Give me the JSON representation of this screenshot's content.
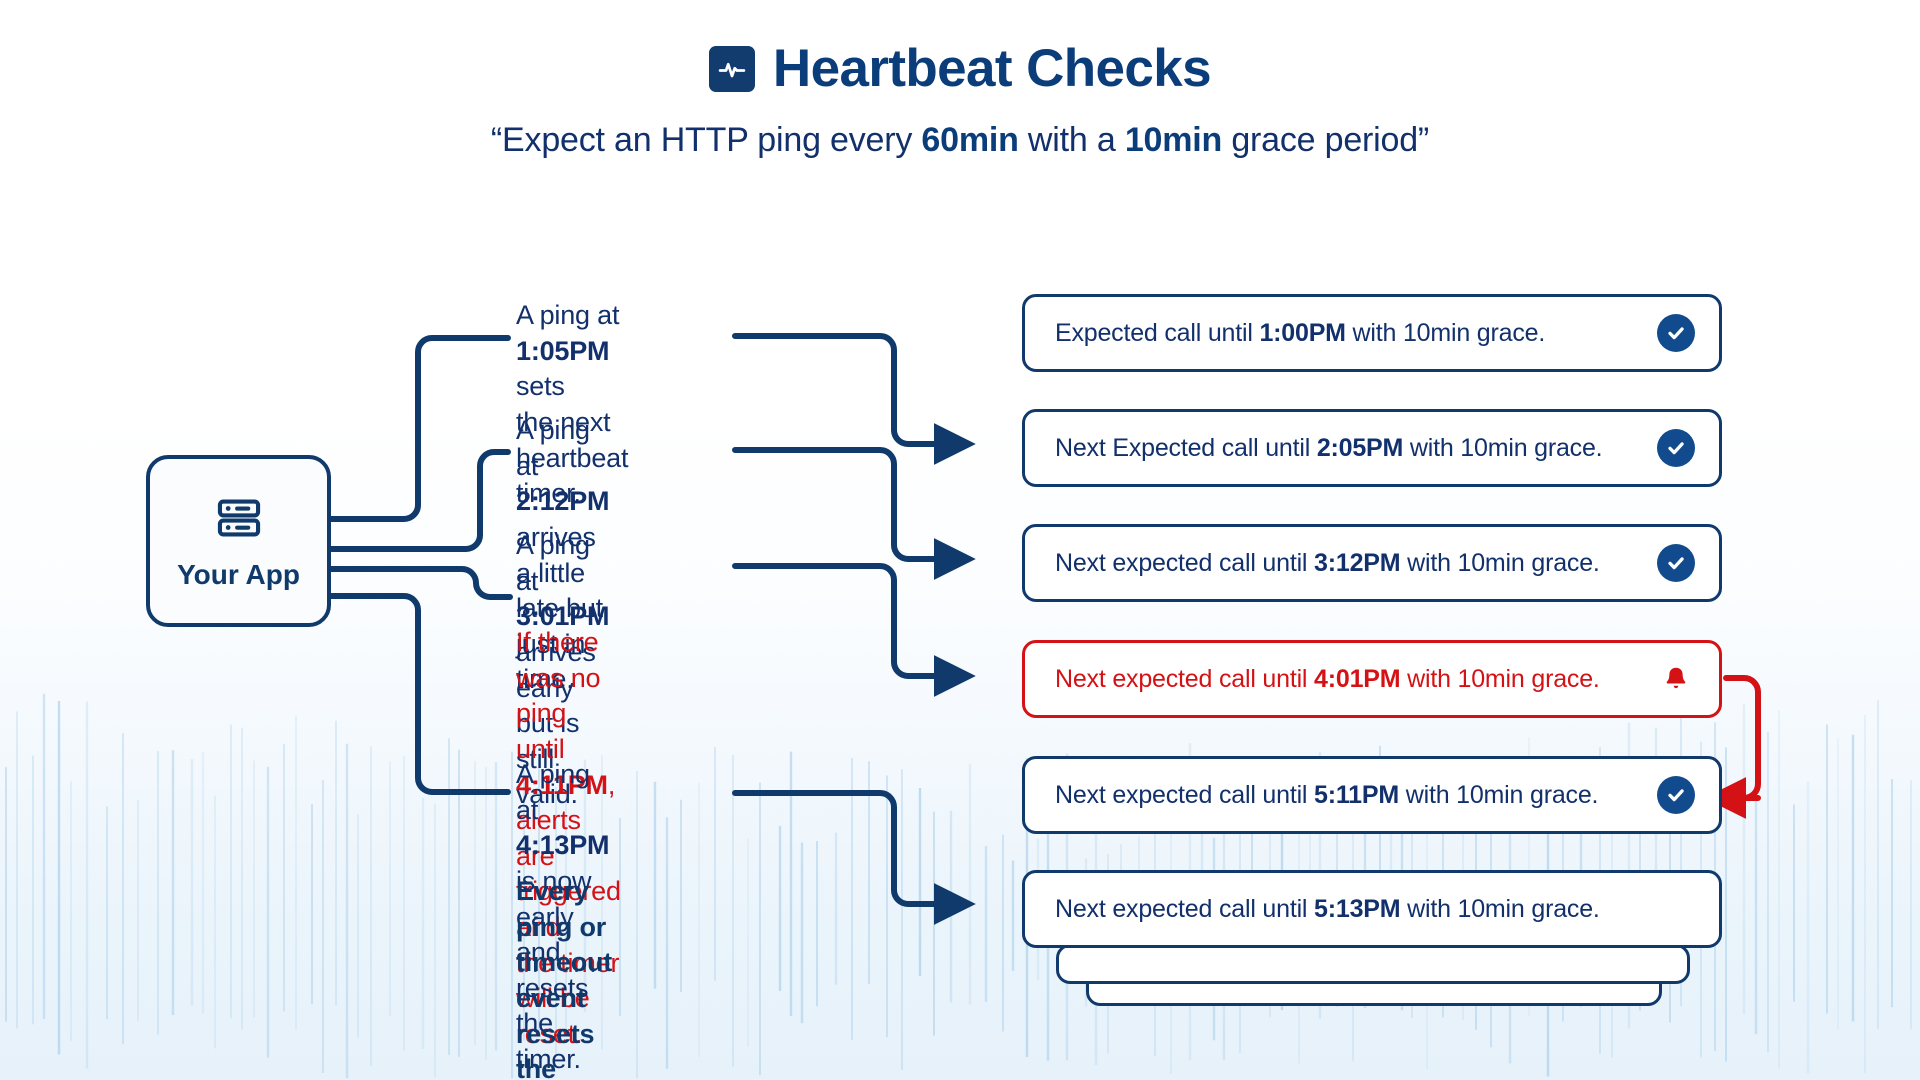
{
  "header": {
    "icon": "heartbeat-pulse-icon",
    "title": "Heartbeat Checks",
    "subtitle_parts": [
      {
        "text": "“Expect an HTTP ping every ",
        "bold": false
      },
      {
        "text": "60min",
        "bold": true
      },
      {
        "text": " with a ",
        "bold": false
      },
      {
        "text": "10min",
        "bold": true
      },
      {
        "text": " grace period”",
        "bold": false
      }
    ],
    "subtitle_plain": "“Expect an HTTP ping every 60min with a 10min grace period”"
  },
  "app_node": {
    "icon": "server-stack-icon",
    "label": "Your App"
  },
  "events": [
    {
      "id": "event-1",
      "tone": "normal",
      "lines": [
        [
          {
            "text": "A ping at ",
            "bold": false
          },
          {
            "text": "1:05PM",
            "bold": true
          },
          {
            "text": " sets",
            "bold": false
          }
        ],
        [
          {
            "text": "the next heartbeat timer.",
            "bold": false
          }
        ]
      ],
      "plain": "A ping at 1:05PM sets\nthe next heartbeat timer."
    },
    {
      "id": "event-2",
      "tone": "normal",
      "lines": [
        [
          {
            "text": "A ping at ",
            "bold": false
          },
          {
            "text": "2:12PM",
            "bold": true
          },
          {
            "text": " arrives",
            "bold": false
          }
        ],
        [
          {
            "text": "a little late but just in time.",
            "bold": false
          }
        ]
      ],
      "plain": "A ping at 2:12PM arrives\na little late but just in time."
    },
    {
      "id": "event-3",
      "tone": "normal",
      "lines": [
        [
          {
            "text": " A ping at ",
            "bold": false
          },
          {
            "text": "3:01PM",
            "bold": true
          },
          {
            "text": " arrives",
            "bold": false
          }
        ],
        [
          {
            "text": " early but is still valid.",
            "bold": false
          }
        ]
      ],
      "plain": " A ping at 3:01PM arrives\n early but is still valid."
    },
    {
      "id": "event-4",
      "tone": "alert",
      "lines": [
        [
          {
            "text": "If there was no ping until ",
            "bold": false
          },
          {
            "text": "4:11PM",
            "bold": true
          },
          {
            "text": ",",
            "bold": false
          }
        ],
        [
          {
            "text": "alerts are triggered and",
            "bold": false
          }
        ],
        [
          {
            "text": "the timer will be reset.",
            "bold": false
          }
        ]
      ],
      "plain": "If there was no ping until 4:11PM,\nalerts are triggered and\nthe timer will be reset."
    },
    {
      "id": "event-5",
      "tone": "normal",
      "lines": [
        [
          {
            "text": "A ping at ",
            "bold": false
          },
          {
            "text": "4:13PM",
            "bold": true
          },
          {
            "text": " is now",
            "bold": false
          }
        ],
        [
          {
            "text": "early and resets the timer.",
            "bold": false
          }
        ]
      ],
      "plain": "A ping at 4:13PM is now\nearly and resets the timer."
    },
    {
      "id": "event-6",
      "tone": "summary",
      "lines": [
        [
          {
            "text": "Every ping or timeout event",
            "bold": true
          }
        ],
        [
          {
            "text": "resets the timer.",
            "bold": true
          }
        ]
      ],
      "plain": "Every ping or timeout event\nresets the timer."
    }
  ],
  "cards": [
    {
      "id": "card-1",
      "tone": "ok",
      "icon": "check-circle-icon",
      "parts": [
        {
          "text": "Expected call until ",
          "bold": false
        },
        {
          "text": "1:00PM",
          "bold": true
        },
        {
          "text": " with 10min grace.",
          "bold": false
        }
      ],
      "plain": "Expected call until 1:00PM with 10min grace."
    },
    {
      "id": "card-2",
      "tone": "ok",
      "icon": "check-circle-icon",
      "parts": [
        {
          "text": "Next Expected call until ",
          "bold": false
        },
        {
          "text": "2:05PM",
          "bold": true
        },
        {
          "text": " with 10min grace.",
          "bold": false
        }
      ],
      "plain": "Next Expected call until 2:05PM with 10min grace."
    },
    {
      "id": "card-3",
      "tone": "ok",
      "icon": "check-circle-icon",
      "parts": [
        {
          "text": "Next expected call until ",
          "bold": false
        },
        {
          "text": "3:12PM",
          "bold": true
        },
        {
          "text": " with 10min grace.",
          "bold": false
        }
      ],
      "plain": "Next expected call until 3:12PM with 10min grace."
    },
    {
      "id": "card-4",
      "tone": "alert",
      "icon": "bell-icon",
      "parts": [
        {
          "text": "Next expected call until ",
          "bold": false
        },
        {
          "text": "4:01PM",
          "bold": true
        },
        {
          "text": " with 10min grace.",
          "bold": false
        }
      ],
      "plain": "Next expected call until 4:01PM with 10min grace."
    },
    {
      "id": "card-5",
      "tone": "ok",
      "icon": "check-circle-icon",
      "parts": [
        {
          "text": "Next expected call until ",
          "bold": false
        },
        {
          "text": "5:11PM",
          "bold": true
        },
        {
          "text": " with 10min grace.",
          "bold": false
        }
      ],
      "plain": "Next expected call until 5:11PM with 10min grace."
    },
    {
      "id": "card-6",
      "tone": "ok",
      "icon": "none",
      "parts": [
        {
          "text": "Next expected call until ",
          "bold": false
        },
        {
          "text": "5:13PM",
          "bold": true
        },
        {
          "text": " with 10min grace.",
          "bold": false
        }
      ],
      "plain": "Next expected call until 5:13PM with 10min grace."
    }
  ],
  "colors": {
    "navy": "#103a6b",
    "navy_text": "#12306b",
    "title_blue": "#0b3d7a",
    "badge_blue": "#124a8e",
    "alert_red": "#d41216",
    "card_bg": "#ffffff",
    "page_bg_top": "#ffffff",
    "page_bg_bottom": "#e6f1fa",
    "barcode_line": "#9ec8e8"
  }
}
